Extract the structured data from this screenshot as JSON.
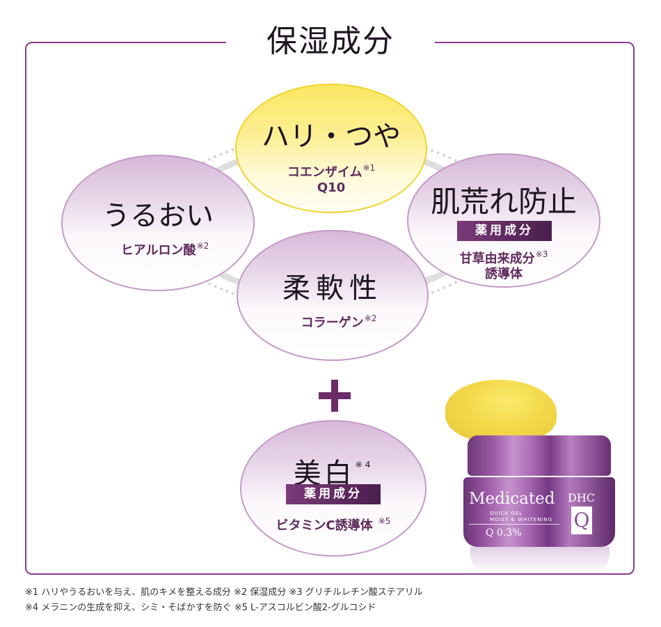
{
  "title": "保湿成分",
  "colors": {
    "frame": "#8a3a8a",
    "sub_text": "#5e2a5c",
    "badge_start": "#7a3a78",
    "badge_end": "#4a1f4d",
    "plus": "#6b2c6a",
    "yellow_bubble": "#fbe763",
    "purple_bubble": "#d7b9d9"
  },
  "bubbles": {
    "hari": {
      "main": "ハリ・つや",
      "sub_line1": "コエンザイム",
      "sub_line2": "Q10",
      "note": "※1"
    },
    "uruoi": {
      "main": "うるおい",
      "sub": "ヒアルロン酸",
      "note": "※2"
    },
    "hadaare": {
      "main": "肌荒れ防止",
      "badge": "薬用成分",
      "sub_line1": "甘草由来成分",
      "sub_line2": "誘導体",
      "note": "※3"
    },
    "juunan": {
      "main": "柔軟性",
      "sub": "コラーゲン",
      "note": "※2"
    },
    "bihaku": {
      "main": "美白",
      "main_note": "※4",
      "badge": "薬用成分",
      "sub": "ビタミンC誘導体",
      "note": "※5"
    }
  },
  "plus_icon": "plus",
  "product": {
    "name": "Medicated",
    "brand": "DHC",
    "line1": "QUICK GEL",
    "line2": "MOIST & WHITENING",
    "percent": "Q 0.3%",
    "badge_letter": "Q"
  },
  "footnotes": [
    "※1  ハリやうるおいを与え、肌のキメを整える成分  ※2  保湿成分  ※3  グリチルレチン酸ステアリル",
    "※4  メラニンの生成を抑え、シミ・そばかすを防ぐ  ※5  L-アスコルビン酸2-グルコシド"
  ]
}
